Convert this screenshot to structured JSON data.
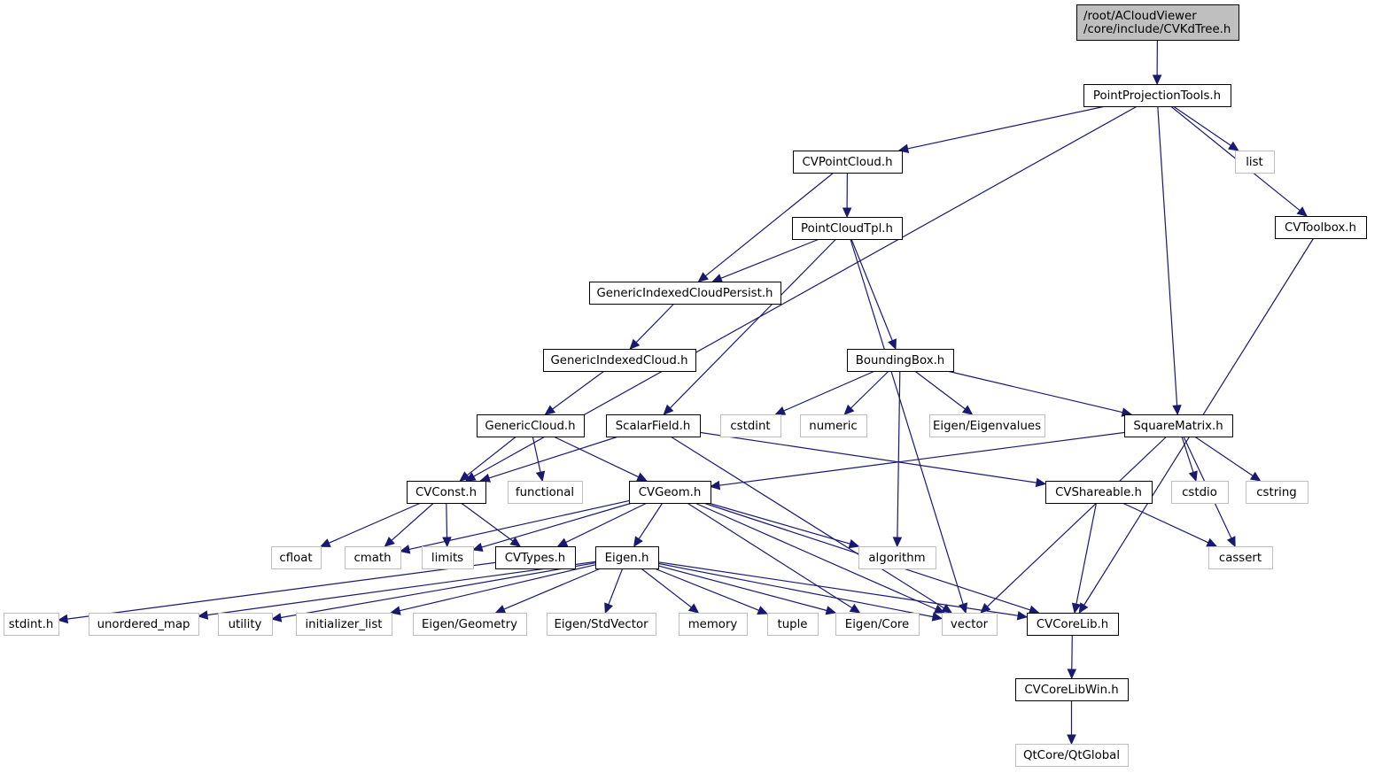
{
  "diagram": {
    "type": "include-dependency-graph",
    "colors": {
      "edge": "#191970",
      "root_fill": "#bfbfbf",
      "root_border": "#000000",
      "project_border": "#000000",
      "system_border": "#bfbfbf",
      "fill": "#ffffff",
      "text": "#000000"
    },
    "nodes": [
      {
        "id": "root",
        "kind": "root",
        "lines": [
          "/root/ACloudViewer",
          "/core/include/CVKdTree.h"
        ]
      },
      {
        "id": "PointProjectionTools",
        "kind": "project",
        "lines": [
          "PointProjectionTools.h"
        ]
      },
      {
        "id": "CVPointCloud",
        "kind": "project",
        "lines": [
          "CVPointCloud.h"
        ]
      },
      {
        "id": "list",
        "kind": "system",
        "lines": [
          "list"
        ]
      },
      {
        "id": "CVToolbox",
        "kind": "project",
        "lines": [
          "CVToolbox.h"
        ]
      },
      {
        "id": "PointCloudTpl",
        "kind": "project",
        "lines": [
          "PointCloudTpl.h"
        ]
      },
      {
        "id": "GenericIndexedCloudPersist",
        "kind": "project",
        "lines": [
          "GenericIndexedCloudPersist.h"
        ]
      },
      {
        "id": "GenericIndexedCloud",
        "kind": "project",
        "lines": [
          "GenericIndexedCloud.h"
        ]
      },
      {
        "id": "BoundingBox",
        "kind": "project",
        "lines": [
          "BoundingBox.h"
        ]
      },
      {
        "id": "GenericCloud",
        "kind": "project",
        "lines": [
          "GenericCloud.h"
        ]
      },
      {
        "id": "ScalarField",
        "kind": "project",
        "lines": [
          "ScalarField.h"
        ]
      },
      {
        "id": "cstdint",
        "kind": "system",
        "lines": [
          "cstdint"
        ]
      },
      {
        "id": "numeric",
        "kind": "system",
        "lines": [
          "numeric"
        ]
      },
      {
        "id": "EigenEigenvalues",
        "kind": "system",
        "lines": [
          "Eigen/Eigenvalues"
        ]
      },
      {
        "id": "SquareMatrix",
        "kind": "project",
        "lines": [
          "SquareMatrix.h"
        ]
      },
      {
        "id": "CVConst",
        "kind": "project",
        "lines": [
          "CVConst.h"
        ]
      },
      {
        "id": "functional",
        "kind": "system",
        "lines": [
          "functional"
        ]
      },
      {
        "id": "CVGeom",
        "kind": "project",
        "lines": [
          "CVGeom.h"
        ]
      },
      {
        "id": "CVShareable",
        "kind": "project",
        "lines": [
          "CVShareable.h"
        ]
      },
      {
        "id": "cstdio",
        "kind": "system",
        "lines": [
          "cstdio"
        ]
      },
      {
        "id": "cstring",
        "kind": "system",
        "lines": [
          "cstring"
        ]
      },
      {
        "id": "cfloat",
        "kind": "system",
        "lines": [
          "cfloat"
        ]
      },
      {
        "id": "cmath",
        "kind": "system",
        "lines": [
          "cmath"
        ]
      },
      {
        "id": "limits",
        "kind": "system",
        "lines": [
          "limits"
        ]
      },
      {
        "id": "CVTypes",
        "kind": "project",
        "lines": [
          "CVTypes.h"
        ]
      },
      {
        "id": "EigenH",
        "kind": "project",
        "lines": [
          "Eigen.h"
        ]
      },
      {
        "id": "algorithm",
        "kind": "system",
        "lines": [
          "algorithm"
        ]
      },
      {
        "id": "cassert",
        "kind": "system",
        "lines": [
          "cassert"
        ]
      },
      {
        "id": "stdint",
        "kind": "system",
        "lines": [
          "stdint.h"
        ]
      },
      {
        "id": "unordered_map",
        "kind": "system",
        "lines": [
          "unordered_map"
        ]
      },
      {
        "id": "utility",
        "kind": "system",
        "lines": [
          "utility"
        ]
      },
      {
        "id": "initializer_list",
        "kind": "system",
        "lines": [
          "initializer_list"
        ]
      },
      {
        "id": "EigenGeometry",
        "kind": "system",
        "lines": [
          "Eigen/Geometry"
        ]
      },
      {
        "id": "EigenStdVector",
        "kind": "system",
        "lines": [
          "Eigen/StdVector"
        ]
      },
      {
        "id": "memory",
        "kind": "system",
        "lines": [
          "memory"
        ]
      },
      {
        "id": "tuple",
        "kind": "system",
        "lines": [
          "tuple"
        ]
      },
      {
        "id": "EigenCore",
        "kind": "system",
        "lines": [
          "Eigen/Core"
        ]
      },
      {
        "id": "vector",
        "kind": "system",
        "lines": [
          "vector"
        ]
      },
      {
        "id": "CVCoreLib",
        "kind": "project",
        "lines": [
          "CVCoreLib.h"
        ]
      },
      {
        "id": "CVCoreLibWin",
        "kind": "project",
        "lines": [
          "CVCoreLibWin.h"
        ]
      },
      {
        "id": "QtGlobal",
        "kind": "system",
        "lines": [
          "QtCore/QtGlobal"
        ]
      }
    ],
    "edges": [
      {
        "from": "root",
        "to": "PointProjectionTools"
      },
      {
        "from": "PointProjectionTools",
        "to": "CVConst"
      },
      {
        "from": "PointProjectionTools",
        "to": "CVPointCloud"
      },
      {
        "from": "PointProjectionTools",
        "to": "SquareMatrix"
      },
      {
        "from": "PointProjectionTools",
        "to": "list"
      },
      {
        "from": "PointProjectionTools",
        "to": "CVToolbox"
      },
      {
        "from": "CVPointCloud",
        "to": "GenericIndexedCloudPersist"
      },
      {
        "from": "CVPointCloud",
        "to": "PointCloudTpl"
      },
      {
        "from": "PointCloudTpl",
        "to": "GenericIndexedCloudPersist"
      },
      {
        "from": "PointCloudTpl",
        "to": "ScalarField"
      },
      {
        "from": "PointCloudTpl",
        "to": "BoundingBox"
      },
      {
        "from": "PointCloudTpl",
        "to": "vector"
      },
      {
        "from": "GenericIndexedCloudPersist",
        "to": "GenericIndexedCloud"
      },
      {
        "from": "GenericIndexedCloud",
        "to": "GenericCloud"
      },
      {
        "from": "GenericCloud",
        "to": "CVConst"
      },
      {
        "from": "GenericCloud",
        "to": "functional"
      },
      {
        "from": "GenericCloud",
        "to": "CVGeom"
      },
      {
        "from": "ScalarField",
        "to": "CVConst"
      },
      {
        "from": "ScalarField",
        "to": "CVShareable"
      },
      {
        "from": "ScalarField",
        "to": "vector"
      },
      {
        "from": "BoundingBox",
        "to": "cstdint"
      },
      {
        "from": "BoundingBox",
        "to": "numeric"
      },
      {
        "from": "BoundingBox",
        "to": "algorithm"
      },
      {
        "from": "BoundingBox",
        "to": "EigenEigenvalues"
      },
      {
        "from": "BoundingBox",
        "to": "SquareMatrix"
      },
      {
        "from": "SquareMatrix",
        "to": "CVGeom"
      },
      {
        "from": "SquareMatrix",
        "to": "vector"
      },
      {
        "from": "SquareMatrix",
        "to": "cstdio"
      },
      {
        "from": "SquareMatrix",
        "to": "cstring"
      },
      {
        "from": "SquareMatrix",
        "to": "cassert"
      },
      {
        "from": "CVToolbox",
        "to": "CVCoreLib"
      },
      {
        "from": "CVConst",
        "to": "cfloat"
      },
      {
        "from": "CVConst",
        "to": "cmath"
      },
      {
        "from": "CVConst",
        "to": "limits"
      },
      {
        "from": "CVConst",
        "to": "CVTypes"
      },
      {
        "from": "CVGeom",
        "to": "cmath"
      },
      {
        "from": "CVGeom",
        "to": "limits"
      },
      {
        "from": "CVGeom",
        "to": "CVTypes"
      },
      {
        "from": "CVGeom",
        "to": "EigenH"
      },
      {
        "from": "CVGeom",
        "to": "algorithm"
      },
      {
        "from": "CVGeom",
        "to": "EigenCore"
      },
      {
        "from": "CVGeom",
        "to": "vector"
      },
      {
        "from": "CVGeom",
        "to": "CVCoreLib"
      },
      {
        "from": "CVShareable",
        "to": "CVCoreLib"
      },
      {
        "from": "CVShareable",
        "to": "cassert"
      },
      {
        "from": "CVTypes",
        "to": "stdint"
      },
      {
        "from": "EigenH",
        "to": "unordered_map"
      },
      {
        "from": "EigenH",
        "to": "utility"
      },
      {
        "from": "EigenH",
        "to": "initializer_list"
      },
      {
        "from": "EigenH",
        "to": "EigenGeometry"
      },
      {
        "from": "EigenH",
        "to": "EigenStdVector"
      },
      {
        "from": "EigenH",
        "to": "memory"
      },
      {
        "from": "EigenH",
        "to": "tuple"
      },
      {
        "from": "EigenH",
        "to": "EigenCore"
      },
      {
        "from": "EigenH",
        "to": "vector"
      },
      {
        "from": "EigenH",
        "to": "CVCoreLib"
      },
      {
        "from": "CVCoreLib",
        "to": "CVCoreLibWin"
      },
      {
        "from": "CVCoreLibWin",
        "to": "QtGlobal"
      }
    ]
  }
}
